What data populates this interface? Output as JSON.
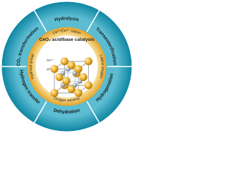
{
  "outer_ring": {
    "top": "Hydrolysis",
    "top_right": "Transesterification",
    "right": "Hydrogenation",
    "bottom": "Dehydration",
    "left": "Hydrogen transfer",
    "top_left": "CO₂ transformation"
  },
  "inner_ring": {
    "top": "Ce³⁺/Ce⁴⁺ cation",
    "right": "Lattice oxygen",
    "bottom": "Oxygen vacancy",
    "left": "Hydroxyl group"
  },
  "center": {
    "title": "CeO₂ acid/base catalysis",
    "ce_label": "Ce⁴⁺",
    "o_label": "O²⁻"
  },
  "colors": {
    "outer_ring": "#0e86a3",
    "outer_ring_light": "#4fb4cc",
    "divider": "#ffffff",
    "inner_ring": "#e6a326",
    "inner_ring_light": "#f4d487",
    "inner_disk": "#ffffff",
    "ce_atom": "#f2b530",
    "o_atom": "#9aa4b2",
    "cell_edge": "#7b8088"
  }
}
